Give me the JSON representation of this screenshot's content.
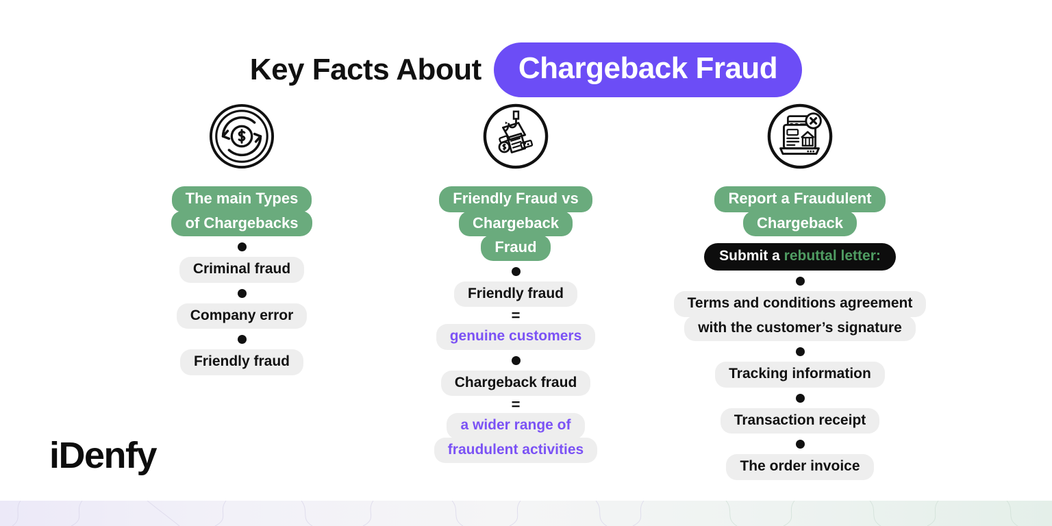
{
  "title": {
    "plain": "Key Facts About",
    "highlight": "Chargeback Fraud",
    "highlight_bg": "#6c4df6"
  },
  "brand": {
    "logo": "iDenfy",
    "green": "#6aab7d",
    "purple": "#7b52f5",
    "pill_gray": "#eeeeee",
    "black": "#0d0d0d"
  },
  "columns": [
    {
      "icon": "refund-circular-arrows-dollar-icon",
      "heading_lines": [
        "The main Types",
        "of Chargebacks"
      ],
      "items": [
        {
          "lines": [
            "Criminal fraud"
          ],
          "style": "dark"
        },
        {
          "lines": [
            "Company error"
          ],
          "style": "dark"
        },
        {
          "lines": [
            "Friendly fraud"
          ],
          "style": "dark"
        }
      ]
    },
    {
      "icon": "phishing-hook-documents-icon",
      "heading_lines": [
        "Friendly Fraud vs",
        "Chargeback",
        "Fraud"
      ],
      "items": [
        {
          "lines": [
            "Friendly fraud"
          ],
          "style": "dark"
        },
        {
          "lines": [
            "genuine customers"
          ],
          "style": "purple",
          "connector": "="
        },
        {
          "lines": [
            "Chargeback fraud"
          ],
          "style": "dark"
        },
        {
          "lines": [
            "a wider range of",
            "fraudulent activities"
          ],
          "style": "purple",
          "connector": "="
        }
      ]
    },
    {
      "icon": "laptop-webpage-error-icon",
      "heading_lines": [
        "Report a Fraudulent",
        "Chargeback"
      ],
      "subheading": {
        "white_text": "Submit a",
        "green_text": "rebuttal letter:"
      },
      "items": [
        {
          "lines": [
            "Terms and conditions agreement",
            "with the customer’s signature"
          ],
          "style": "dark"
        },
        {
          "lines": [
            "Tracking information"
          ],
          "style": "dark"
        },
        {
          "lines": [
            "Transaction receipt"
          ],
          "style": "dark"
        },
        {
          "lines": [
            "The order invoice"
          ],
          "style": "dark"
        }
      ]
    }
  ],
  "equals_symbol": "="
}
